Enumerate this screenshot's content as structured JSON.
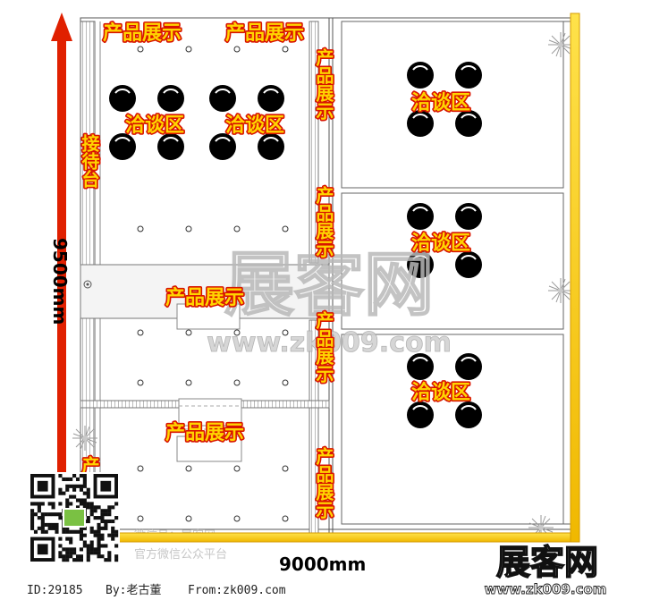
{
  "dimensions": {
    "width": "9000mm",
    "height": "9500mm"
  },
  "labels": {
    "product_display": "产品展示",
    "negotiation": "洽谈区",
    "reception": "接待台"
  },
  "watermark": {
    "logo": "展客网",
    "url": "www.zk009.com",
    "wechat_id": "微信号：展客网",
    "wechat_platform": "官方微信公众平台"
  },
  "footer": {
    "id": "ID:29185",
    "author": "By:老古董",
    "source": "From:zk009.com"
  },
  "corner_logo": {
    "name": "展客网",
    "url": "www.zk009.com"
  },
  "colors": {
    "label_fill": "#ffd400",
    "label_stroke": "#d81400",
    "arrow": "#e02000",
    "frame": "#f2c500"
  }
}
